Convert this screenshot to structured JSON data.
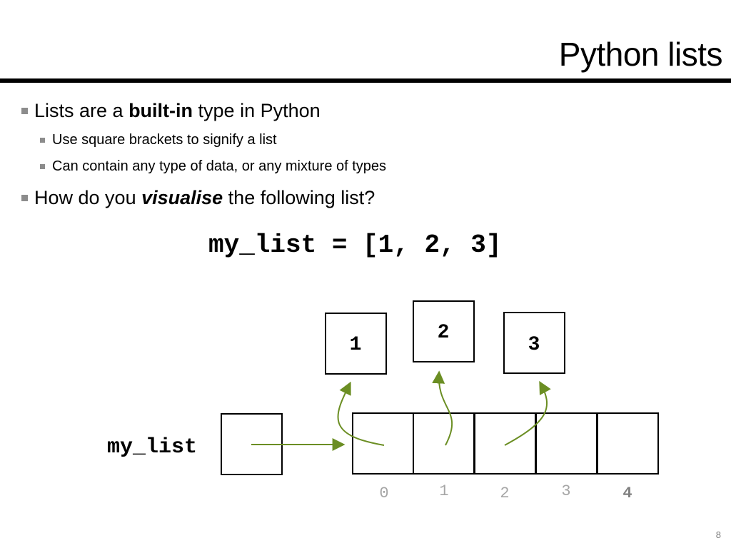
{
  "slide": {
    "title": "Python lists",
    "page_number": "8"
  },
  "bullets": {
    "b1": {
      "text_before": "Lists are a ",
      "bold": "built-in",
      "text_after": " type in Python"
    },
    "b1_sub": [
      "Use square brackets to signify a list",
      "Can contain any type of data, or any mixture of types"
    ],
    "b2": {
      "text_before": "How do you ",
      "bold_italic": "visualise",
      "text_after": " the following list?"
    }
  },
  "code_line": "my_list = [1, 2, 3]",
  "diagram": {
    "variable_label": "my_list",
    "value_boxes": [
      "1",
      "2",
      "3"
    ],
    "index_labels": [
      "0",
      "1",
      "2",
      "3",
      "4"
    ],
    "colors": {
      "arrow": "#6b8e23",
      "index_label": "#a6a6a6",
      "box_border": "#000000"
    }
  }
}
